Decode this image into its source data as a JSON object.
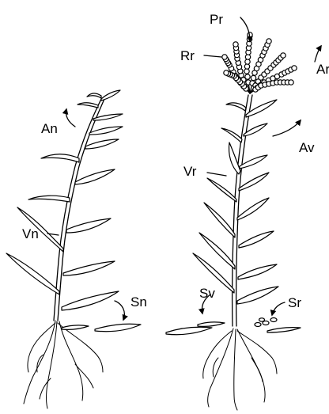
{
  "labels": {
    "left_plant": {
      "an": "An",
      "vn": "Vn",
      "sn": "Sn"
    },
    "right_plant": {
      "pr": "Pr",
      "rr": "Rr",
      "ar": "Ar",
      "av": "Av",
      "vr": "Vr",
      "sv": "Sv",
      "sr": "Sr"
    }
  },
  "colors": {
    "ink": "#000000",
    "paper": "#ffffff"
  }
}
